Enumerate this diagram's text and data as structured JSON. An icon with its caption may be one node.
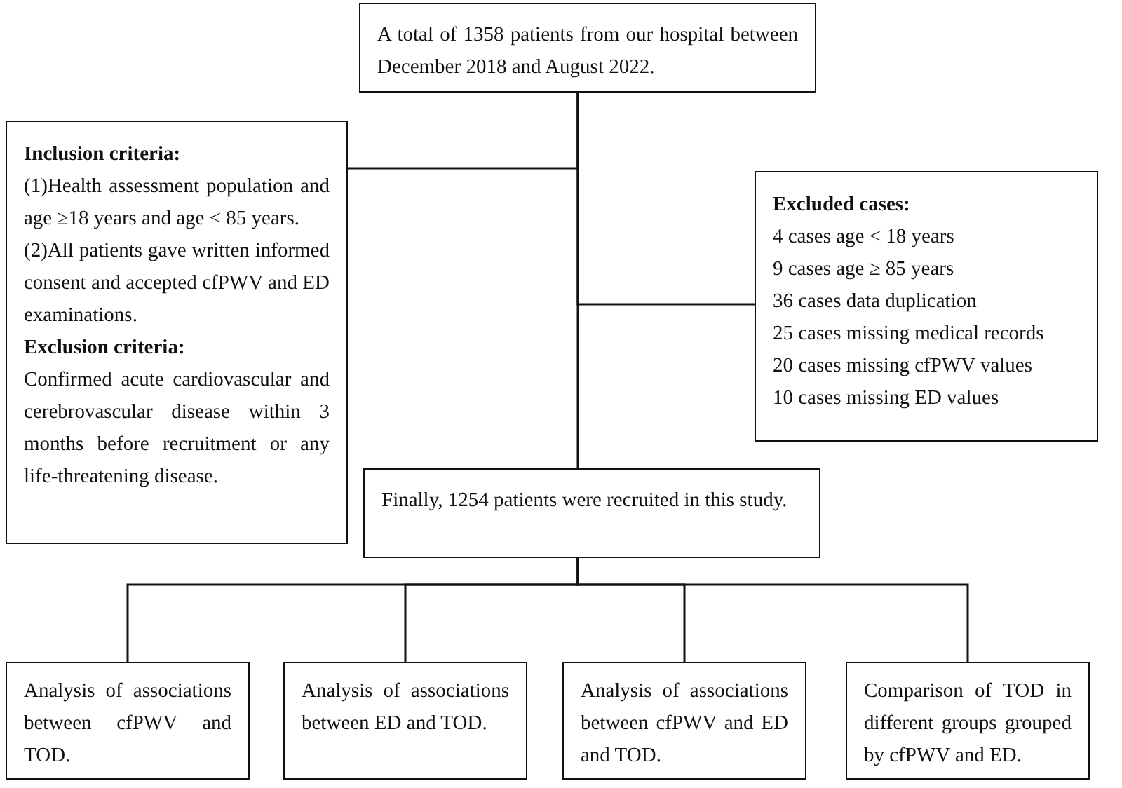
{
  "diagram": {
    "nodes": [
      {
        "text": [
          "A total of 1358 patients from our hospital between December 2018 and August 2022."
        ]
      },
      {
        "text": [
          "Inclusion criteria:",
          "(1)Health assessment population and age ≥18 years and age < 85 years.",
          "(2)All patients gave written informed consent and accepted cfPWV and ED examinations.",
          "Exclusion criteria:",
          "Confirmed acute cardiovascular and cerebrovascular disease within 3 months before recruitment or any life-threatening disease."
        ]
      },
      {
        "text": [
          "Excluded cases:",
          "4 cases age < 18 years",
          "9 cases age ≥ 85 years",
          "36 cases data duplication",
          "25 cases missing medical records",
          "20 cases missing cfPWV values",
          "10 cases missing ED values"
        ]
      },
      {
        "text": [
          "Finally, 1254 patients were recruited in this study."
        ]
      },
      {
        "text": [
          "Analysis of associations between cfPWV and TOD."
        ]
      },
      {
        "text": [
          "Analysis of associations between ED and TOD."
        ]
      },
      {
        "text": [
          "Analysis of associations between cfPWV and ED and TOD."
        ]
      },
      {
        "text": [
          "Comparison of TOD in different groups grouped by cfPWV and ED."
        ]
      }
    ],
    "edges": [
      {
        "from": 0,
        "to": 1,
        "arrow": "none"
      },
      {
        "from": 0,
        "to": 2,
        "arrow": "none"
      },
      {
        "from": 0,
        "to": 3,
        "arrow": "none"
      },
      {
        "from": 3,
        "to": 4,
        "arrow": "none"
      },
      {
        "from": 3,
        "to": 5,
        "arrow": "none"
      },
      {
        "from": 3,
        "to": 6,
        "arrow": "none"
      },
      {
        "from": 3,
        "to": 7,
        "arrow": "none"
      }
    ]
  }
}
